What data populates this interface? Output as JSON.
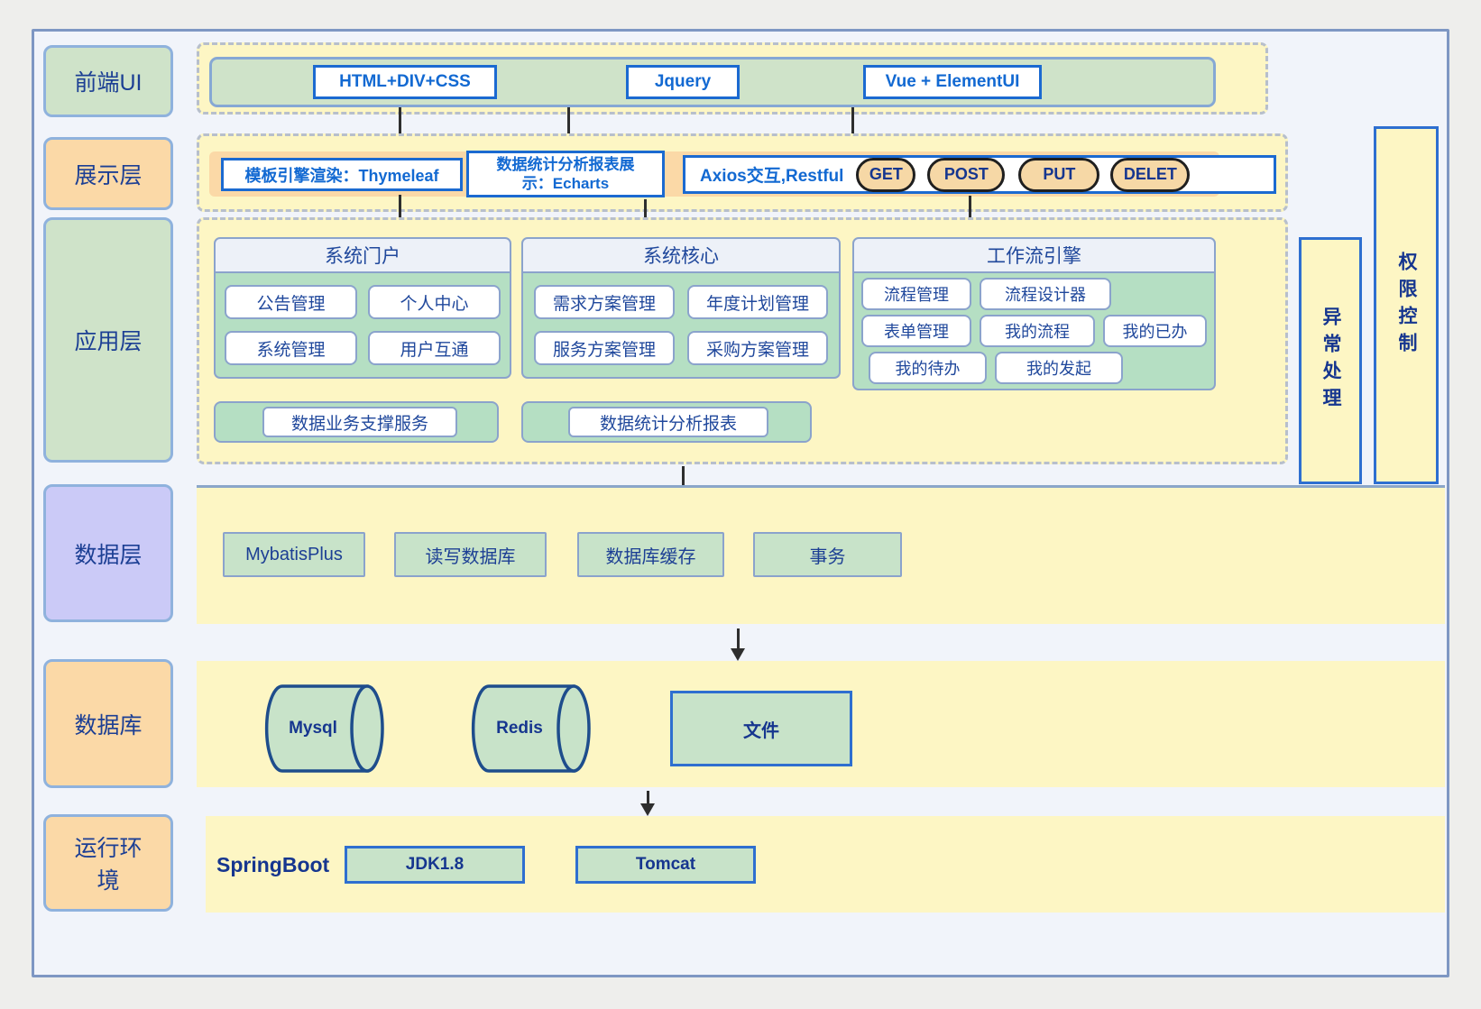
{
  "layers": {
    "frontend": {
      "label": "前端UI",
      "boxes": [
        "HTML+DIV+CSS",
        "Jquery",
        "Vue + ElementUI"
      ]
    },
    "presentation": {
      "label": "展示层",
      "thymeleaf": "模板引擎渲染：Thymeleaf",
      "echarts_line1": "数据统计分析报表展",
      "echarts_line2": "示：Echarts",
      "axios": "Axios交互,Restful",
      "methods": [
        "GET",
        "POST",
        "PUT",
        "DELET"
      ]
    },
    "application": {
      "label": "应用层",
      "cards": [
        {
          "title": "系统门户",
          "rows": [
            [
              "公告管理",
              "个人中心"
            ],
            [
              "系统管理",
              "用户互通"
            ]
          ]
        },
        {
          "title": "系统核心",
          "rows": [
            [
              "需求方案管理",
              "年度计划管理"
            ],
            [
              "服务方案管理",
              "采购方案管理"
            ]
          ]
        },
        {
          "title": "工作流引擎",
          "rows": [
            [
              "流程管理",
              "流程设计器"
            ],
            [
              "表单管理",
              "我的流程",
              "我的已办"
            ],
            [
              "我的待办",
              "我的发起"
            ]
          ]
        }
      ],
      "bars": [
        "数据业务支撑服务",
        "数据统计分析报表"
      ]
    },
    "data": {
      "label": "数据层",
      "items": [
        "MybatisPlus",
        "读写数据库",
        "数据库缓存",
        "事务"
      ]
    },
    "database": {
      "label": "数据库",
      "cylinders": [
        "Mysql",
        "Redis"
      ],
      "file": "文件"
    },
    "runtime": {
      "label": "运行环境",
      "springboot": "SpringBoot",
      "items": [
        "JDK1.8",
        "Tomcat"
      ]
    }
  },
  "sidebars": {
    "exception": "异常处理",
    "permission": "权限控制"
  },
  "colors": {
    "yellow_band": "#fdf6c4",
    "sage_green": "#cfe3c9",
    "mint_green": "#b5dfc3",
    "item_green": "#c8e3c9",
    "orange": "#fbd9a7",
    "purple": "#cbcaf7",
    "pill_orange": "#f6d8a6",
    "blue_border": "#1b6ad1",
    "navy_text": "#1c3f94",
    "bright_blue_text": "#1269d2",
    "card_border": "#8ba3cc",
    "frame_border": "#7e97c3"
  }
}
